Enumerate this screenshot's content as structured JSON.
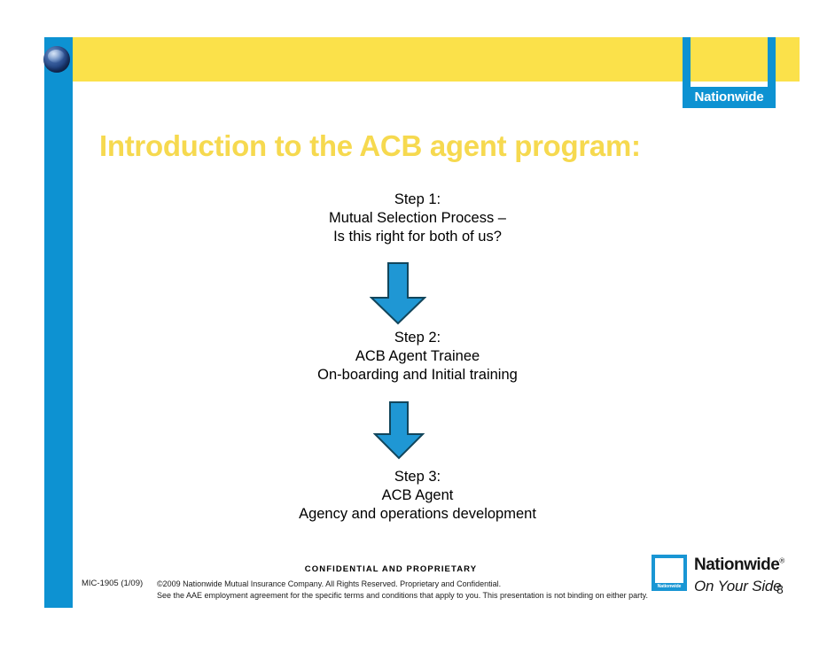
{
  "slide": {
    "title": "Introduction to the ACB agent program:",
    "page_number": "8"
  },
  "brand": {
    "mark_word": "Nationwide",
    "lockup_box_word": "Nationwide",
    "lockup_wordmark": "Nationwide",
    "lockup_registered": "®",
    "lockup_tagline": "On Your Side",
    "colors": {
      "blue": "#0d92d2",
      "yellow": "#fbe14a",
      "title_yellow": "#f6d94f",
      "arrow_fill": "#1f97d4",
      "arrow_stroke": "#12465c",
      "lockup_blue": "#1996d4"
    }
  },
  "steps": [
    {
      "id": "step-1",
      "lines": [
        "Step 1:",
        "Mutual Selection Process –",
        "Is this right for both of us?"
      ]
    },
    {
      "id": "step-2",
      "lines": [
        "Step 2:",
        "ACB Agent Trainee",
        "On-boarding and Initial training"
      ]
    },
    {
      "id": "step-3",
      "lines": [
        "Step 3:",
        "ACB Agent",
        "Agency and operations development"
      ]
    }
  ],
  "arrows": [
    {
      "id": "arrow-1",
      "direction": "down"
    },
    {
      "id": "arrow-2",
      "direction": "down"
    }
  ],
  "footer": {
    "confidential": "CONFIDENTIAL AND PROPRIETARY",
    "doc_code": "MIC-1905 (1/09)",
    "legal_lines": [
      "©2009 Nationwide Mutual Insurance Company. All Rights Reserved. Proprietary and Confidential.",
      "See the AAE employment agreement for the specific terms and conditions that apply to you. This presentation is not binding on either party."
    ]
  }
}
